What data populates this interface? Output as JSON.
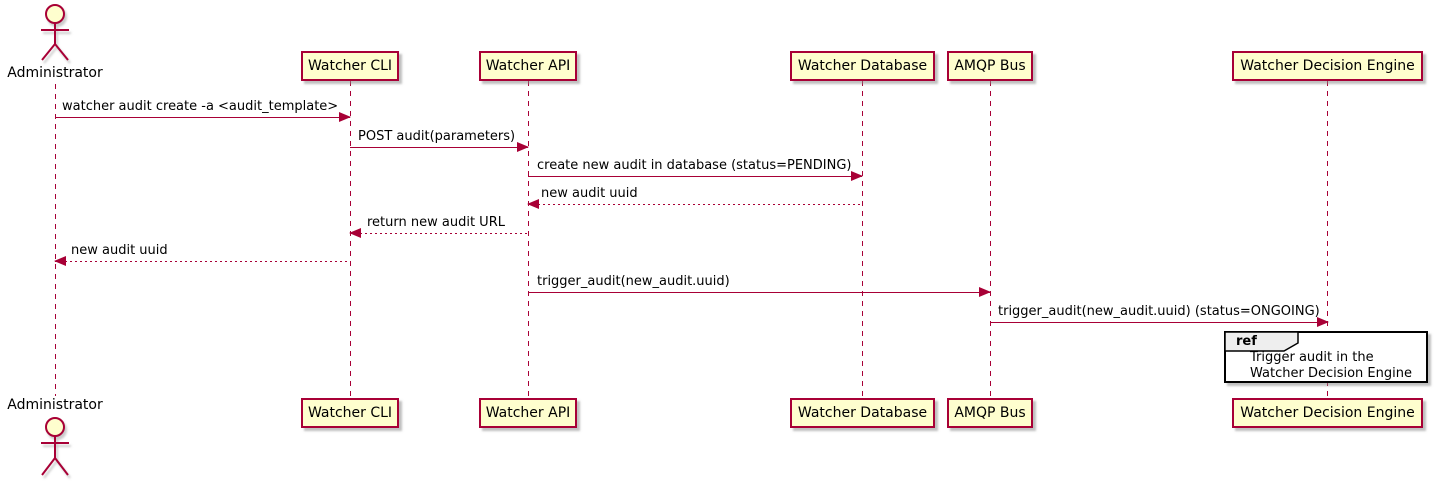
{
  "actor": {
    "label": "Administrator"
  },
  "participants": [
    {
      "label": "Watcher CLI"
    },
    {
      "label": "Watcher API"
    },
    {
      "label": "Watcher Database"
    },
    {
      "label": "AMQP Bus"
    },
    {
      "label": "Watcher Decision Engine"
    }
  ],
  "messages": [
    {
      "label": "watcher audit create -a <audit_template>",
      "from": "Administrator",
      "to": "Watcher CLI",
      "line": "solid",
      "direction": "right"
    },
    {
      "label": "POST audit(parameters)",
      "from": "Watcher CLI",
      "to": "Watcher API",
      "line": "solid",
      "direction": "right"
    },
    {
      "label": "create new audit in database (status=PENDING)",
      "from": "Watcher API",
      "to": "Watcher Database",
      "line": "solid",
      "direction": "right"
    },
    {
      "label": "new audit uuid",
      "from": "Watcher Database",
      "to": "Watcher API",
      "line": "dashed",
      "direction": "left"
    },
    {
      "label": "return new audit URL",
      "from": "Watcher API",
      "to": "Watcher CLI",
      "line": "dashed",
      "direction": "left"
    },
    {
      "label": "new audit uuid",
      "from": "Watcher CLI",
      "to": "Administrator",
      "line": "dashed",
      "direction": "left"
    },
    {
      "label": "trigger_audit(new_audit.uuid)",
      "from": "Watcher API",
      "to": "AMQP Bus",
      "line": "solid",
      "direction": "right"
    },
    {
      "label": "trigger_audit(new_audit.uuid) (status=ONGOING)",
      "from": "AMQP Bus",
      "to": "Watcher Decision Engine",
      "line": "solid",
      "direction": "right"
    }
  ],
  "ref": {
    "keyword": "ref",
    "line1": "Trigger audit in the",
    "line2": "Watcher Decision Engine"
  },
  "colors": {
    "participant_fill": "#FEFECE",
    "stroke": "#A80036",
    "ref_header_fill": "#EEEEEE",
    "ref_border": "#000000",
    "text": "#000000",
    "background": "#FFFFFF"
  }
}
